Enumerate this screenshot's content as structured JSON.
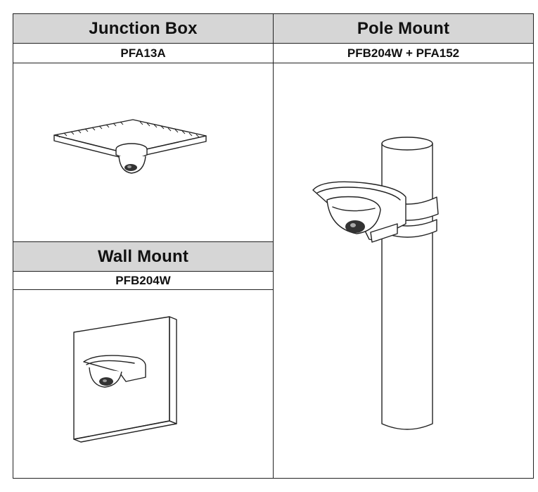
{
  "junction_box": {
    "title": "Junction Box",
    "model": "PFA13A"
  },
  "pole_mount": {
    "title": "Pole Mount",
    "model": "PFB204W + PFA152"
  },
  "wall_mount": {
    "title": "Wall Mount",
    "model": "PFB204W"
  }
}
